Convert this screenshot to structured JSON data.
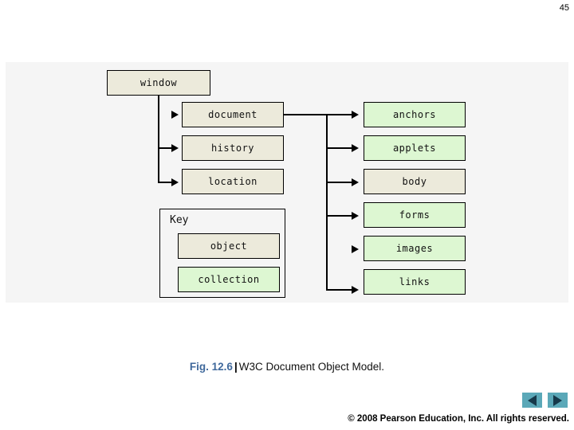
{
  "page": {
    "number": "45"
  },
  "figure": {
    "caption_figno": "Fig. 12.6",
    "caption_separator": "|",
    "caption_text": "W3C Document Object Model.",
    "colors": {
      "object": "#eceadb",
      "collection": "#ddf7d2",
      "panel_background": "#f5f5f5",
      "line": "#000000",
      "figno_color": "#40699c",
      "nav_button": "#5ba8b8",
      "nav_arrow": "#16394a"
    },
    "root": {
      "label": "window",
      "type": "object"
    },
    "left_children": [
      {
        "label": "document",
        "type": "object"
      },
      {
        "label": "history",
        "type": "object"
      },
      {
        "label": "location",
        "type": "object"
      }
    ],
    "right_children": [
      {
        "label": "anchors",
        "type": "collection"
      },
      {
        "label": "applets",
        "type": "collection"
      },
      {
        "label": "body",
        "type": "object"
      },
      {
        "label": "forms",
        "type": "collection"
      },
      {
        "label": "images",
        "type": "collection"
      },
      {
        "label": "links",
        "type": "collection"
      }
    ],
    "key": {
      "title": "Key",
      "entries": [
        {
          "label": "object",
          "type": "object"
        },
        {
          "label": "collection",
          "type": "collection"
        }
      ]
    }
  },
  "footer": {
    "copyright": "© 2008 Pearson Education, Inc.  All rights reserved.",
    "prev_label": "previous-slide",
    "next_label": "next-slide"
  }
}
